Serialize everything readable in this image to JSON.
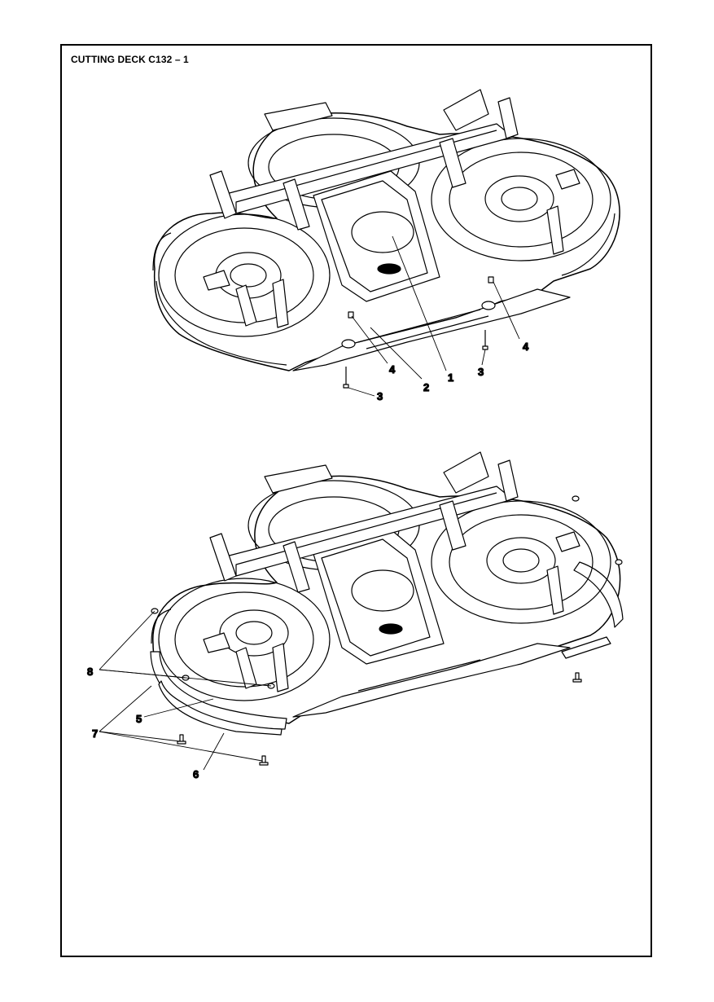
{
  "title": "CUTTING DECK C132 – 1",
  "views": [
    {
      "name": "upper-deck-view",
      "callouts": [
        "1",
        "2",
        "3",
        "3",
        "4",
        "4"
      ]
    },
    {
      "name": "lower-deck-view",
      "callouts": [
        "8",
        "7",
        "5",
        "6"
      ]
    }
  ],
  "colors": {
    "line": "#000000",
    "fill": "#ffffff",
    "shade": "#dcdcdc"
  }
}
